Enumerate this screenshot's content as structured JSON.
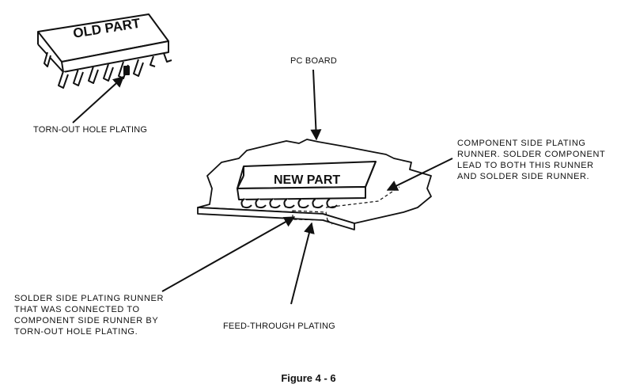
{
  "parts": {
    "old_part": "OLD PART",
    "new_part": "NEW PART"
  },
  "labels": {
    "pc_board": "PC BOARD",
    "torn_out": "TORN-OUT HOLE PLATING",
    "component_side": [
      "COMPONENT SIDE PLATING",
      "RUNNER. SOLDER COMPONENT",
      "LEAD TO BOTH THIS RUNNER",
      "AND SOLDER SIDE RUNNER."
    ],
    "solder_side": [
      "SOLDER SIDE PLATING RUNNER",
      "THAT WAS CONNECTED TO",
      "COMPONENT SIDE RUNNER BY",
      "TORN-OUT HOLE PLATING."
    ],
    "feed_through": "FEED-THROUGH PLATING"
  },
  "caption": "Figure 4 - 6"
}
